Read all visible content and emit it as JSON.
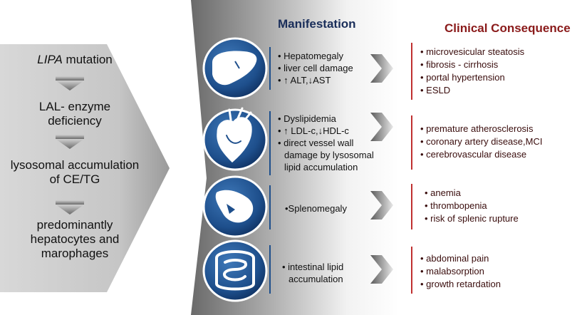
{
  "left_flow": {
    "steps": [
      {
        "italic": "LIPA",
        "text": " mutation"
      },
      {
        "line1": "LAL- enzyme",
        "line2": "deficiency"
      },
      {
        "line1": "lysosomal accumulation",
        "line2": "of CE/TG"
      },
      {
        "line1": "predominantly",
        "line2": "hepatocytes and",
        "line3": "marophages"
      }
    ]
  },
  "headers": {
    "manifestation": "Manifestation",
    "clinical": "Clinical Consequence"
  },
  "rows": [
    {
      "organ": "liver-icon",
      "manifestations": [
        "• Hepatomegaly",
        "• liver cell damage",
        "• ↑ ALT,↓AST"
      ],
      "consequences": [
        "• microvesicular steatosis",
        "• fibrosis - cirrhosis",
        "• portal hypertension",
        "• ESLD"
      ]
    },
    {
      "organ": "heart-icon",
      "manifestations": [
        "• Dyslipidemia",
        "• ↑ LDL-c,↓HDL-c",
        "• direct vessel wall",
        "damage by lysosomal",
        "lipid accumulation"
      ],
      "consequences": [
        "• premature atherosclerosis",
        "• coronary artery disease,MCI",
        "• cerebrovascular disease"
      ]
    },
    {
      "organ": "spleen-icon",
      "manifestations": [
        "•Splenomegaly"
      ],
      "consequences": [
        "• anemia",
        "• thrombopenia",
        "• risk of splenic rupture"
      ]
    },
    {
      "organ": "intestine-icon",
      "manifestations": [
        "• intestinal lipid",
        "accumulation"
      ],
      "consequences": [
        "• abdominal pain",
        "• malabsorption",
        "• growth retardation"
      ]
    }
  ],
  "colors": {
    "header_blue": "#1a2e5a",
    "header_red": "#8a1a1a",
    "icon_blue": "#2a5c9a",
    "divider_red": "#c03030"
  }
}
